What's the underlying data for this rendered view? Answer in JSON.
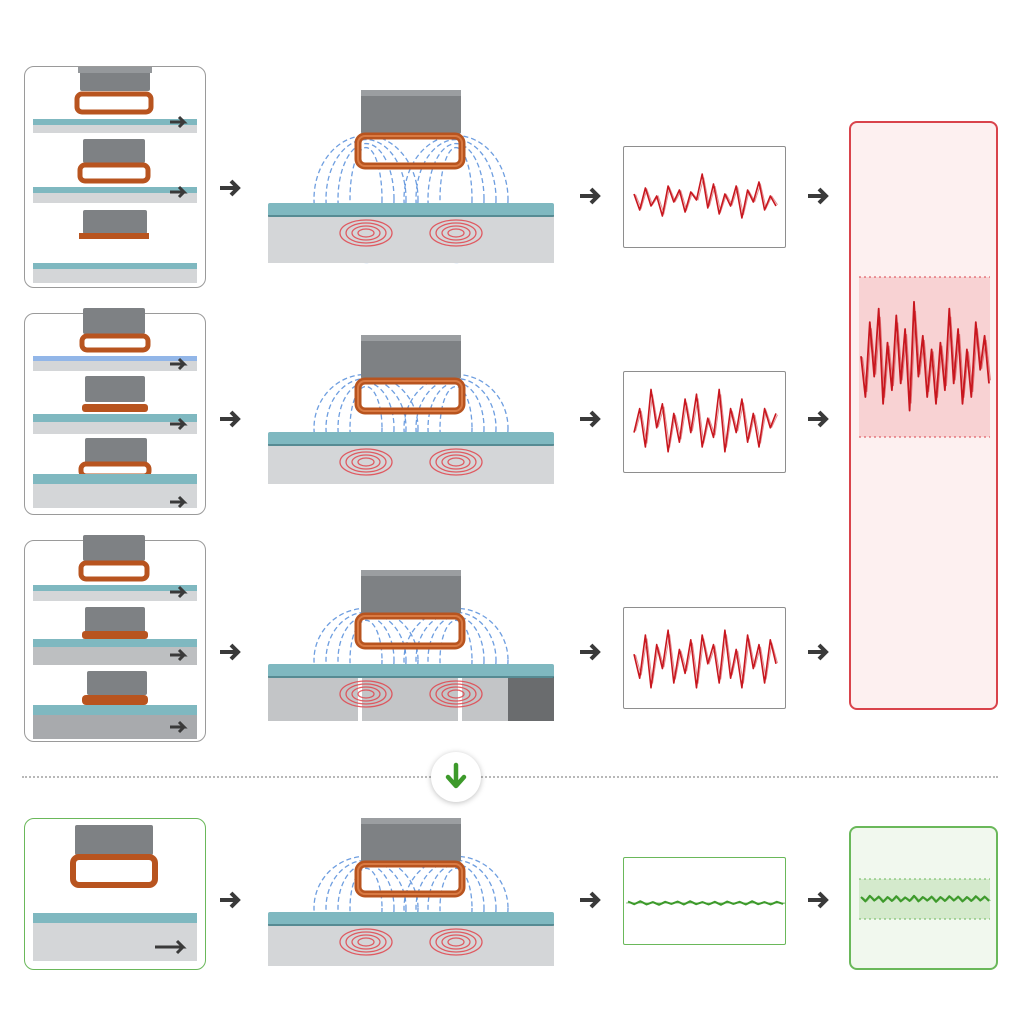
{
  "colors": {
    "sensor_body": "#7e8184",
    "coil": "#b8541f",
    "film_surface": "#7fb8c0",
    "substrate": "#d4d6d8",
    "field_lines": "#4a86d8",
    "eddy_currents": "#e0444c",
    "noisy_signal": "#c8161e",
    "clean_signal": "#3d9a2b",
    "red_frame": "#d9434b",
    "green_frame": "#6ab85a",
    "arrow": "#3a3a3a"
  },
  "icons": {
    "flow_arrow": "right-arrow-icon",
    "down_arrow": "down-arrow-icon"
  },
  "signals": {
    "noisy_top": [
      0.1,
      -0.3,
      0.25,
      -0.2,
      0.05,
      -0.45,
      0.3,
      -0.1,
      0.2,
      -0.35,
      0.15,
      -0.05,
      0.6,
      -0.25,
      0.35,
      -0.4,
      0.1,
      -0.2,
      0.3,
      -0.5,
      0.2,
      -0.1,
      0.4,
      -0.3,
      0.05,
      -0.2
    ],
    "noisy_mid": [
      -0.2,
      0.3,
      -0.5,
      0.7,
      -0.1,
      0.4,
      -0.6,
      0.2,
      -0.4,
      0.5,
      -0.2,
      0.6,
      -0.5,
      0.1,
      -0.3,
      0.7,
      -0.6,
      0.3,
      -0.2,
      0.5,
      -0.4,
      0.2,
      -0.5,
      0.3,
      -0.1,
      0.2
    ],
    "noisy_bot": [
      0.1,
      -0.4,
      0.5,
      -0.6,
      0.3,
      -0.2,
      0.6,
      -0.5,
      0.2,
      -0.3,
      0.4,
      -0.6,
      0.5,
      -0.1,
      0.3,
      -0.5,
      0.6,
      -0.4,
      0.2,
      -0.6,
      0.5,
      -0.2,
      0.3,
      -0.5,
      0.4,
      -0.1
    ],
    "noisy_aggregate": [
      0.1,
      -0.5,
      0.6,
      -0.2,
      0.8,
      -0.6,
      0.3,
      -0.4,
      0.7,
      -0.3,
      0.5,
      -0.7,
      0.9,
      -0.2,
      0.4,
      -0.5,
      0.2,
      -0.6,
      0.3,
      -0.4,
      0.8,
      -0.3,
      0.5,
      -0.6,
      0.2,
      -0.5,
      0.6,
      -0.1,
      0.4,
      -0.3
    ],
    "clean_small": [
      0.05,
      -0.04,
      0.06,
      -0.05,
      0.03,
      -0.06,
      0.04,
      -0.03,
      0.05,
      -0.05,
      0.06,
      -0.04,
      0.03,
      -0.05,
      0.04,
      -0.06,
      0.05,
      -0.03,
      0.04,
      -0.05,
      0.06,
      -0.04,
      0.03,
      -0.05,
      0.04,
      -0.03
    ],
    "clean_aggregate": [
      0.05,
      -0.06,
      0.08,
      -0.04,
      0.06,
      -0.07,
      0.05,
      -0.05,
      0.07,
      -0.06,
      0.04,
      -0.05,
      0.08,
      -0.06,
      0.05,
      -0.04,
      0.06,
      -0.07,
      0.05,
      -0.05,
      0.07,
      -0.04,
      0.06,
      -0.06,
      0.05,
      -0.05,
      0.07,
      -0.04,
      0.06,
      -0.05
    ]
  }
}
